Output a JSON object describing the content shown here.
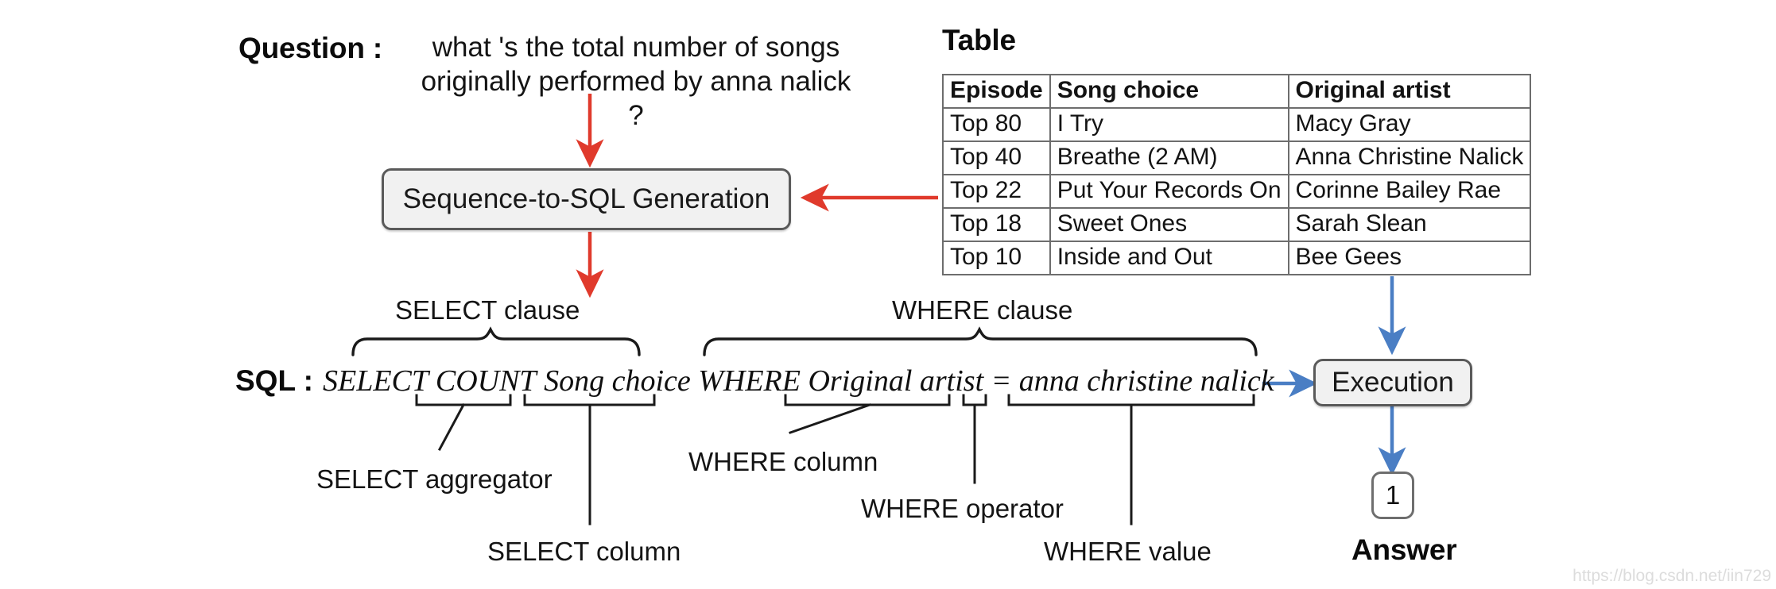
{
  "diagram": {
    "title_question": "Question :",
    "question_text": "what 's the total number of songs\noriginally performed by anna nalick ?",
    "title_table": "Table",
    "title_sql": "SQL :",
    "process_box": "Sequence-to-SQL Generation",
    "execution_box": "Execution",
    "answer_value": "1",
    "answer_label": "Answer",
    "watermark": "https://blog.csdn.net/iin729"
  },
  "table": {
    "headers": [
      "Episode",
      "Song choice",
      "Original artist"
    ],
    "rows": [
      [
        "Top 80",
        "I Try",
        "Macy Gray"
      ],
      [
        "Top 40",
        "Breathe (2 AM)",
        "Anna Christine Nalick"
      ],
      [
        "Top 22",
        "Put Your Records On",
        "Corinne Bailey Rae"
      ],
      [
        "Top 18",
        "Sweet Ones",
        "Sarah Slean"
      ],
      [
        "Top 10",
        "Inside and Out",
        "Bee Gees"
      ]
    ]
  },
  "sql": {
    "tokens": [
      {
        "text": "SELECT ",
        "role": "keyword"
      },
      {
        "text": "COUNT",
        "role": "select-aggregator"
      },
      {
        "text": " ",
        "role": "space"
      },
      {
        "text": "Song choice",
        "role": "select-column"
      },
      {
        "text": " WHERE ",
        "role": "keyword"
      },
      {
        "text": "Original artist",
        "role": "where-column"
      },
      {
        "text": " ",
        "role": "space"
      },
      {
        "text": "=",
        "role": "where-operator"
      },
      {
        "text": " ",
        "role": "space"
      },
      {
        "text": "anna christine nalick",
        "role": "where-value"
      }
    ],
    "full_query": "SELECT COUNT Song choice WHERE Original artist = anna christine nalick"
  },
  "clause_labels": {
    "select_clause": "SELECT clause",
    "where_clause": "WHERE clause"
  },
  "part_labels": {
    "select_aggregator": "SELECT aggregator",
    "select_column": "SELECT column",
    "where_column": "WHERE column",
    "where_operator": "WHERE operator",
    "where_value": "WHERE value"
  },
  "colors": {
    "arrow_red": "#e03a2c",
    "arrow_blue": "#4a7ec4",
    "box_fill": "#f1f1f1",
    "box_border": "#5a5a5a",
    "table_border": "#6d6d6d",
    "text": "#121212"
  }
}
